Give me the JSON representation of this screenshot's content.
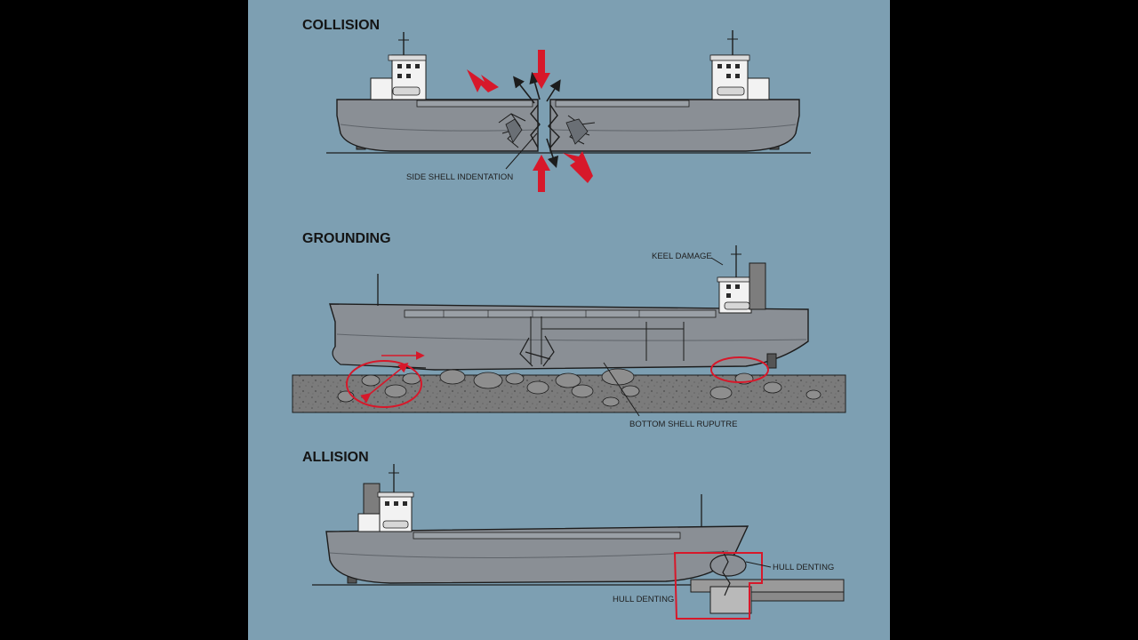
{
  "colors": {
    "background": "#7d9fb2",
    "hull": "#8a8f95",
    "hull_dark": "#6f747a",
    "outline": "#1c1c1c",
    "superstructure": "#f2f2f2",
    "seabed": "#7a7a7a",
    "highlight": "#d7182a"
  },
  "sections": {
    "collision": {
      "title": "COLLISION",
      "labels": {
        "side_shell": "SIDE SHELL INDENTATION"
      }
    },
    "grounding": {
      "title": "GROUNDING",
      "labels": {
        "keel": "KEEL DAMAGE",
        "bottom_shell": "BOTTOM SHELL RUPUTRE"
      }
    },
    "allision": {
      "title": "ALLISION",
      "labels": {
        "hull_denting_right": "HULL DENTING",
        "hull_denting_left": "HULL DENTING"
      }
    }
  }
}
